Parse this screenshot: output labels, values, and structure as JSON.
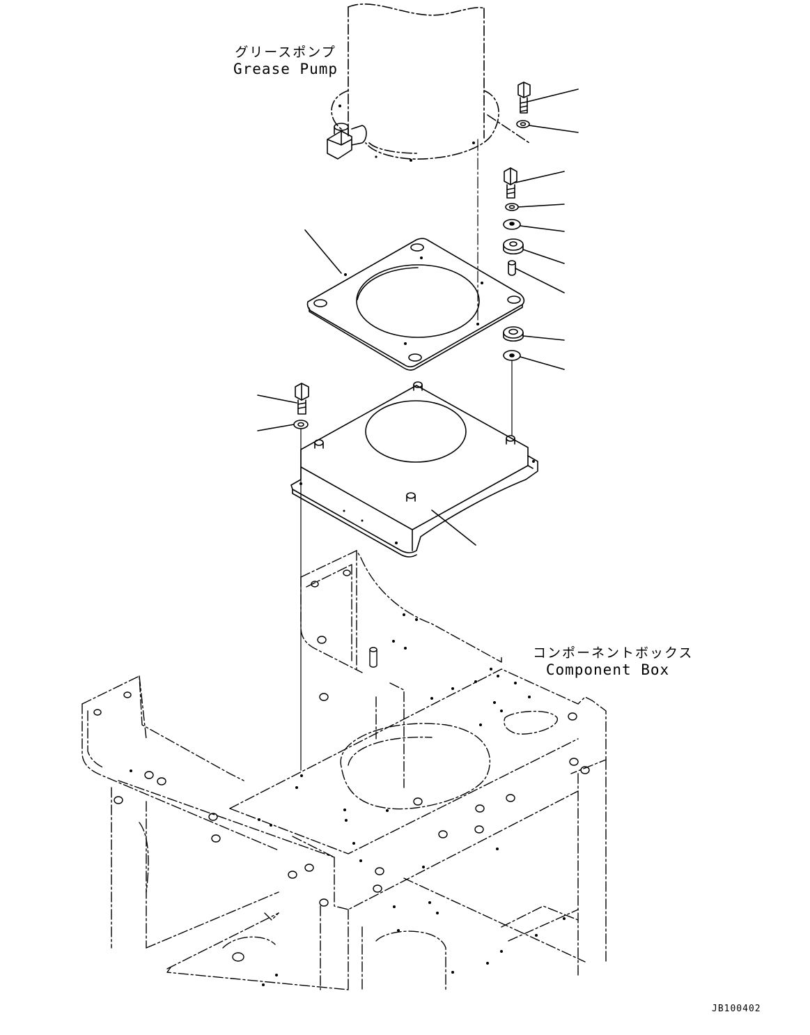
{
  "labels": {
    "grease_pump_jp": "グリースポンプ",
    "grease_pump_en": "Grease Pump",
    "component_box_jp": "コンポーネントボックス",
    "component_box_en": "Component Box"
  },
  "drawing_code": "JB100402",
  "colors": {
    "line": "#000000",
    "background": "#ffffff"
  }
}
